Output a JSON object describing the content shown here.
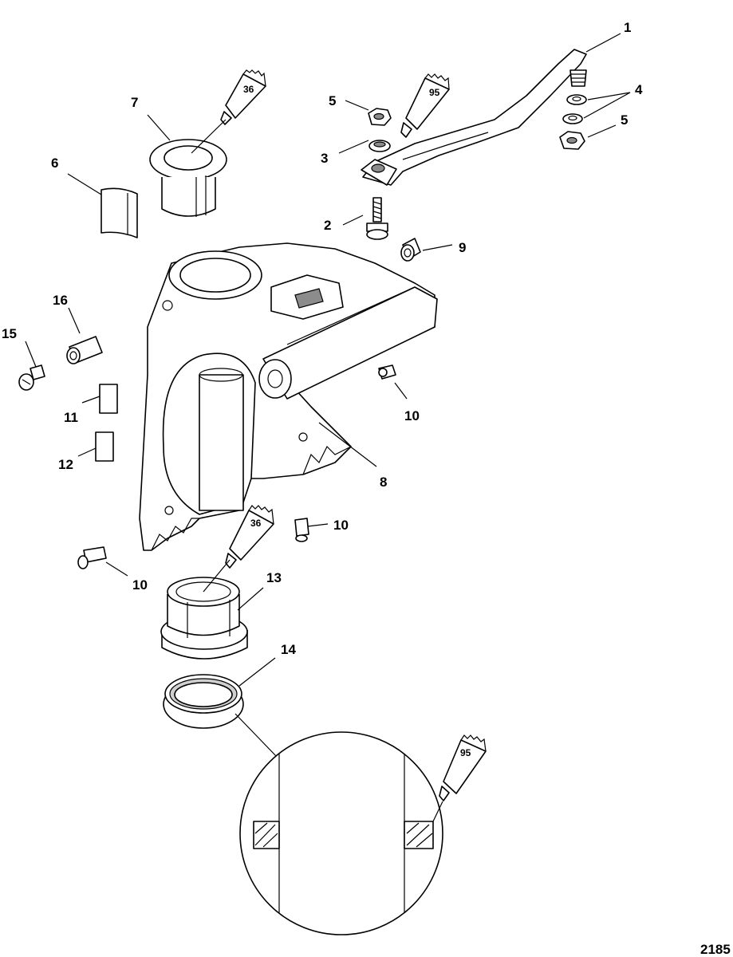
{
  "drawing_number": "2185",
  "callouts": {
    "c1": "1",
    "c2": "2",
    "c3": "3",
    "c4": "4",
    "c5a": "5",
    "c5b": "5",
    "c6": "6",
    "c7": "7",
    "c8": "8",
    "c9": "9",
    "c10a": "10",
    "c10b": "10",
    "c10c": "10",
    "c11": "11",
    "c12": "12",
    "c13": "13",
    "c14": "14",
    "c15": "15",
    "c16": "16"
  },
  "lubricant_tubes": {
    "t1": "36",
    "t2": "95",
    "t3": "36",
    "t4": "95"
  }
}
